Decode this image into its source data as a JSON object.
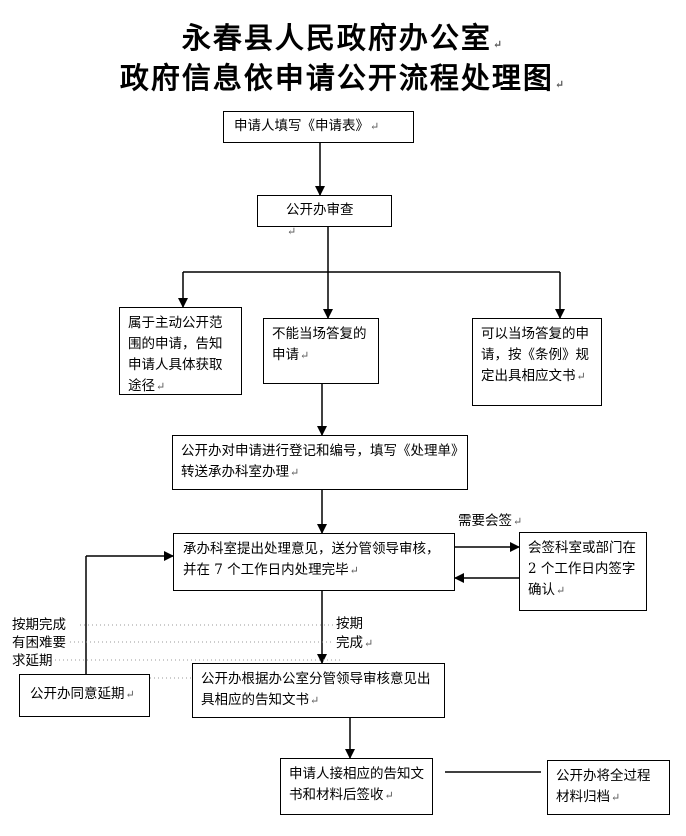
{
  "title": {
    "line1": "永春县人民政府办公室",
    "line2": "政府信息依申请公开流程处理图"
  },
  "nodes": {
    "apply": "申请人填写《申请表》",
    "review": "公开办审查",
    "active_scope": "属于主动公开范围的申请，告知申请人具体获取途径",
    "cannot_answer": "不能当场答复的申请",
    "can_answer": "可以当场答复的申请，按《条例》规定出具相应文书",
    "register": "公开办对申请进行登记和编号，填写《处理单》转送承办科室办理",
    "handle": "承办科室提出处理意见，送分管领导审核，并在 7 个工作日内处理完毕",
    "cosign": "会签科室或部门在 2 个工作日内签字确认",
    "extend": "公开办同意延期",
    "notice": "公开办根据办公室分管领导审核意见出具相应的告知文书",
    "receive": "申请人接相应的告知文书和材料后签收",
    "archive": "公开办将全过程材料归档"
  },
  "labels": {
    "need_cosign": "需要会签",
    "on_time_left": "按期完成",
    "difficulty": "有困难要",
    "request_ext": "求延期",
    "on_time_right_1": "按期",
    "on_time_right_2": "完成"
  },
  "marks": {
    "paragraph": "↵"
  }
}
